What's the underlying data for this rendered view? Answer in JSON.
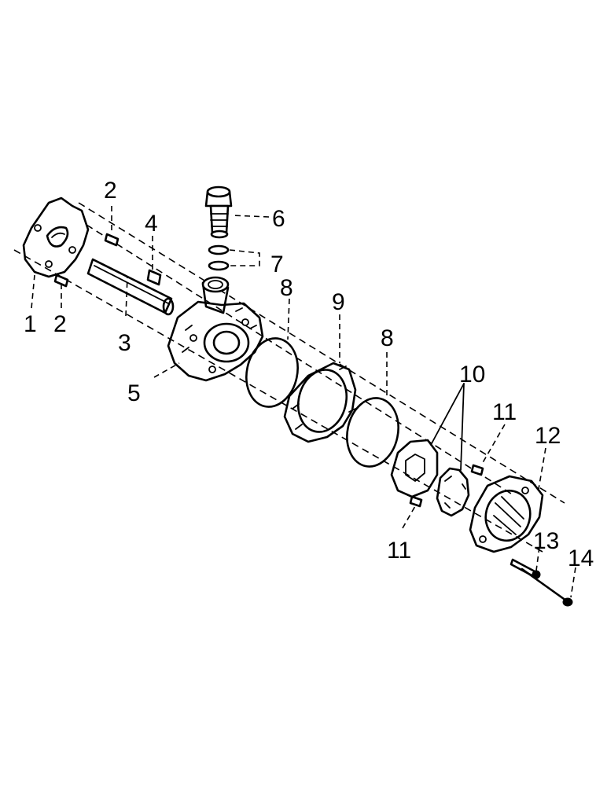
{
  "callouts": [
    {
      "id": "c1",
      "text": "1"
    },
    {
      "id": "c2a",
      "text": "2"
    },
    {
      "id": "c2b",
      "text": "2"
    },
    {
      "id": "c3",
      "text": "3"
    },
    {
      "id": "c4",
      "text": "4"
    },
    {
      "id": "c5",
      "text": "5"
    },
    {
      "id": "c6",
      "text": "6"
    },
    {
      "id": "c7",
      "text": "7"
    },
    {
      "id": "c8a",
      "text": "8"
    },
    {
      "id": "c8b",
      "text": "8"
    },
    {
      "id": "c9",
      "text": "9"
    },
    {
      "id": "c10",
      "text": "10"
    },
    {
      "id": "c11a",
      "text": "11"
    },
    {
      "id": "c11b",
      "text": "11"
    },
    {
      "id": "c12",
      "text": "12"
    },
    {
      "id": "c13",
      "text": "13"
    },
    {
      "id": "c14",
      "text": "14"
    }
  ],
  "colors": {
    "ink": "#000000",
    "paper": "#ffffff"
  }
}
